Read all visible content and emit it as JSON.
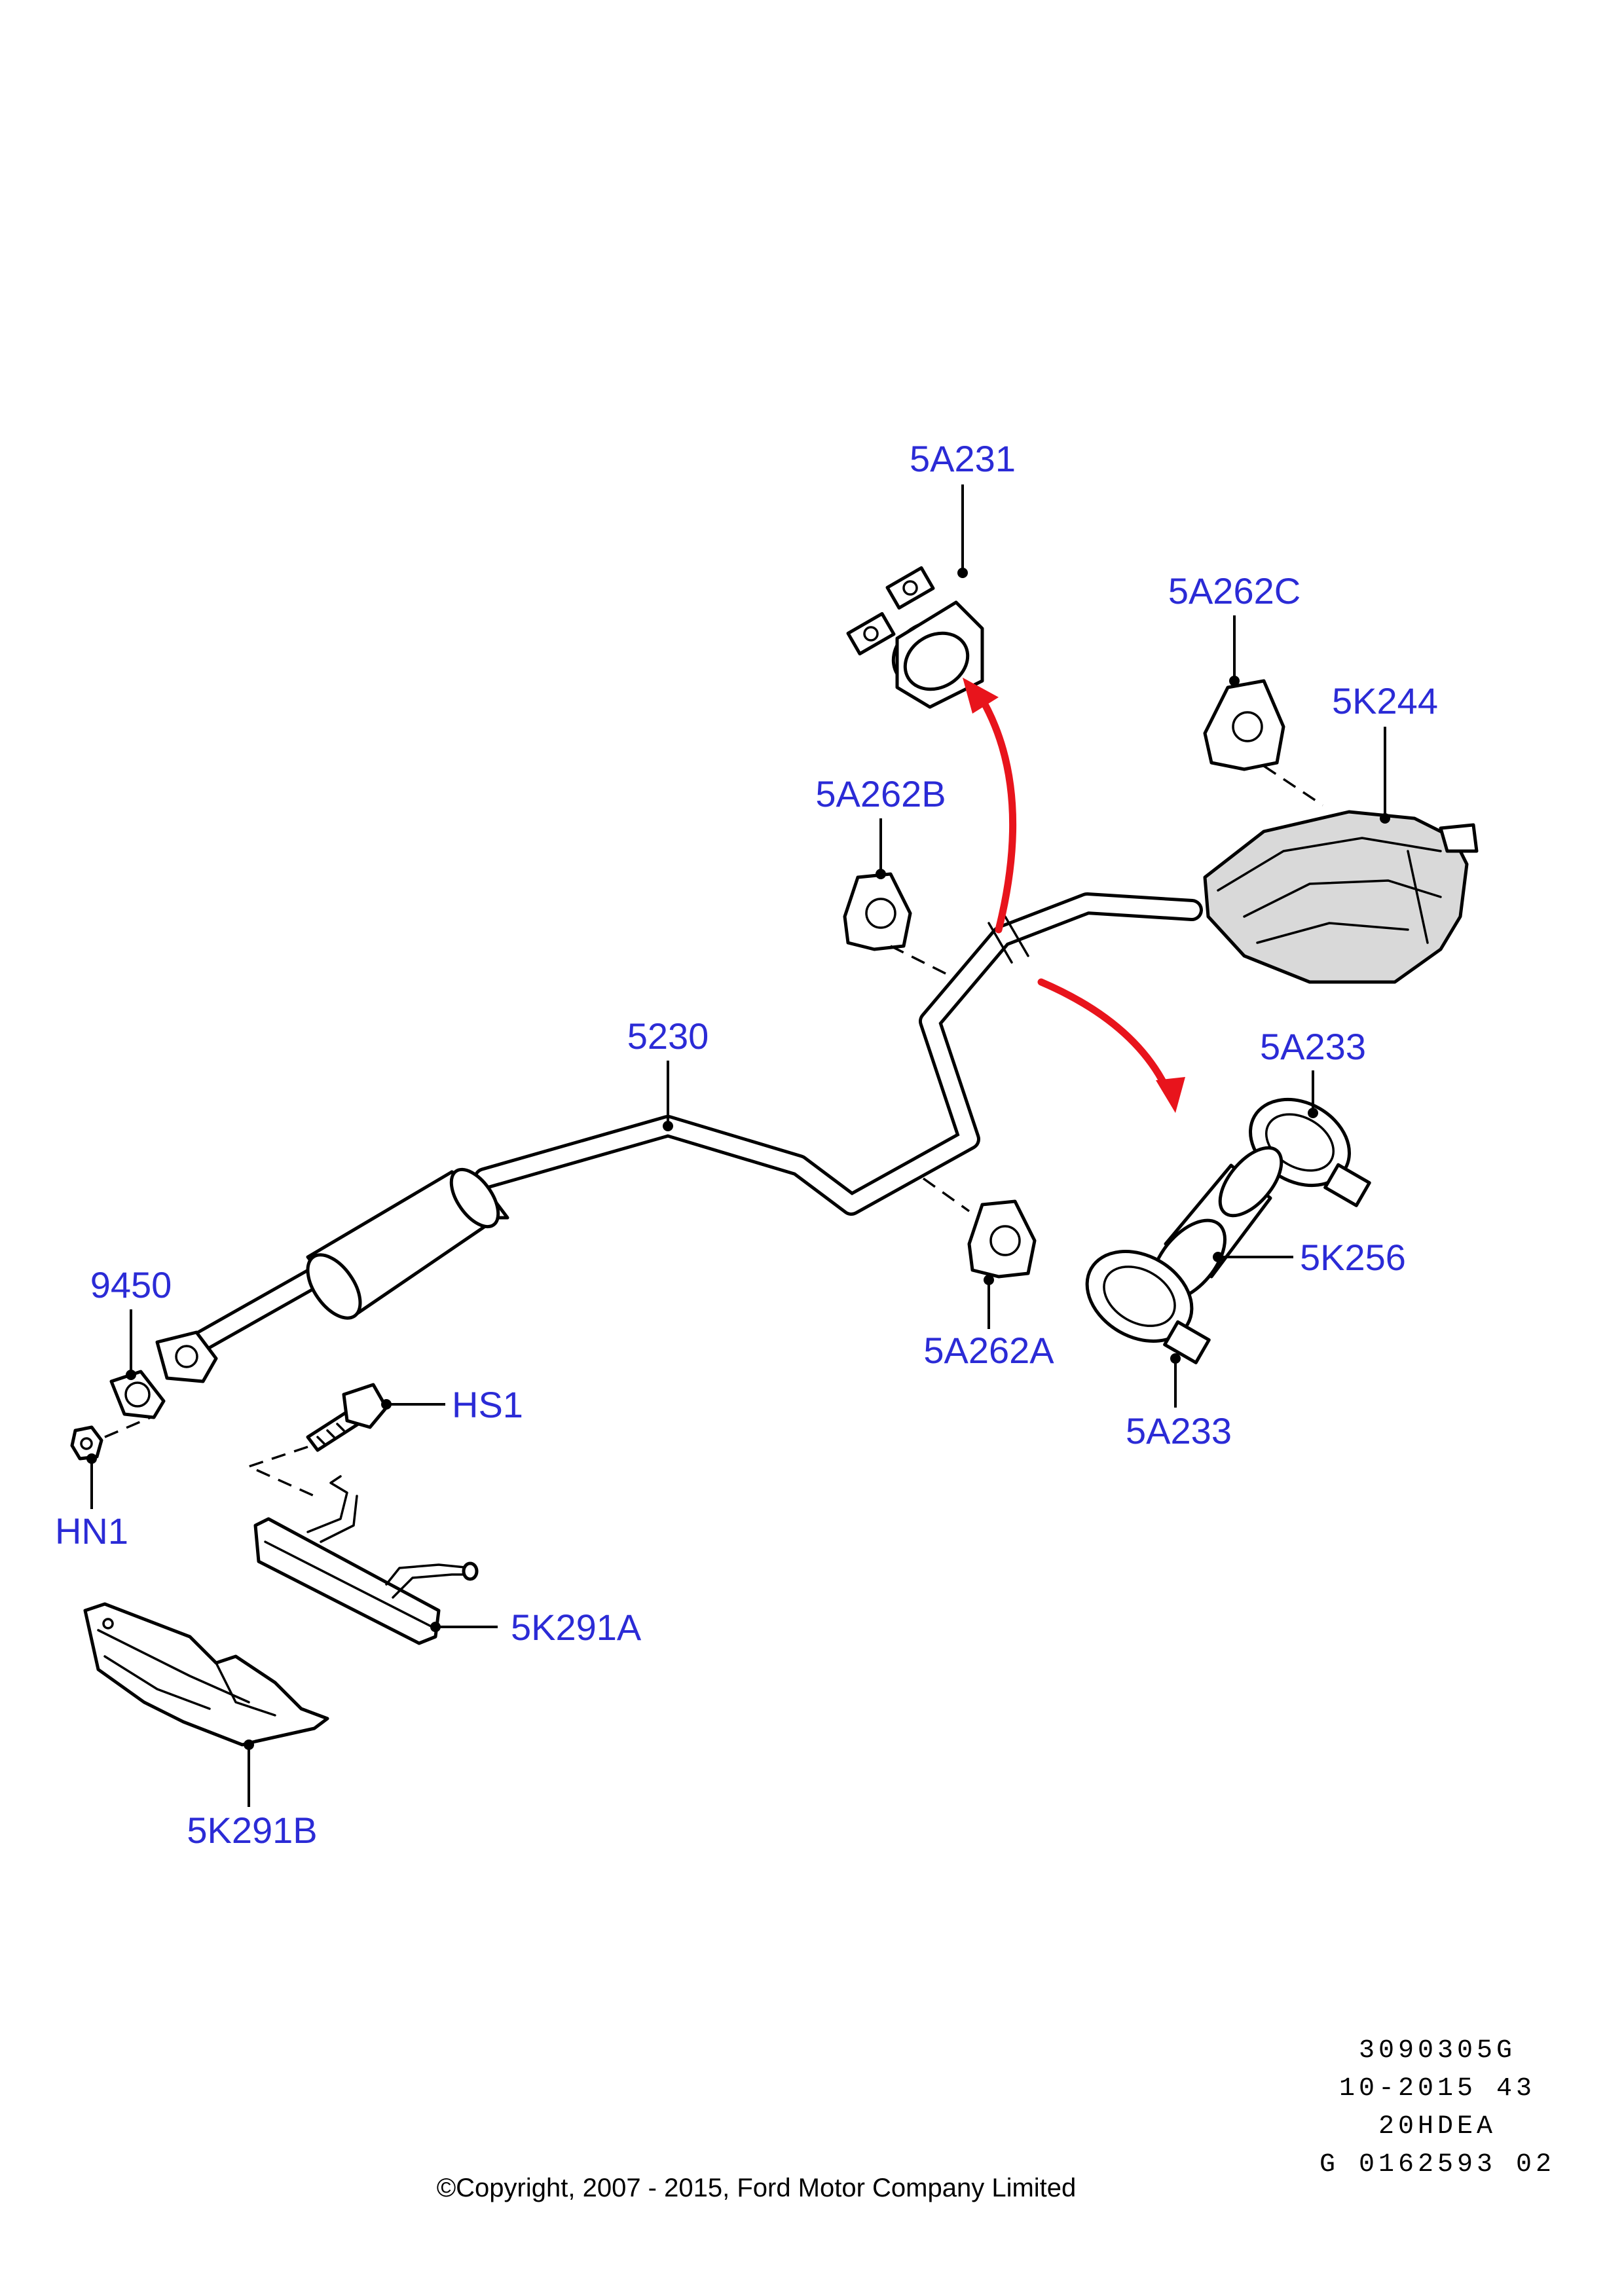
{
  "diagram": {
    "callouts": {
      "c_5A231": "5A231",
      "c_5A262C": "5A262C",
      "c_5K244": "5K244",
      "c_5A262B": "5A262B",
      "c_5230": "5230",
      "c_5A233_top": "5A233",
      "c_5K256": "5K256",
      "c_5A262A": "5A262A",
      "c_5A233_bottom": "5A233",
      "c_9450": "9450",
      "c_HS1": "HS1",
      "c_HN1": "HN1",
      "c_5K291A": "5K291A",
      "c_5K291B": "5K291B"
    },
    "reference_block": {
      "line1": "3090305G",
      "line2": "10-2015 43",
      "line3": "20HDEA",
      "line4": "G 0162593 02"
    },
    "copyright": "©Copyright, 2007 - 2015, Ford Motor Company Limited",
    "colors": {
      "callout_text": "#2b2bd6",
      "arrow": "#e8141c",
      "line_art": "#000000"
    }
  }
}
